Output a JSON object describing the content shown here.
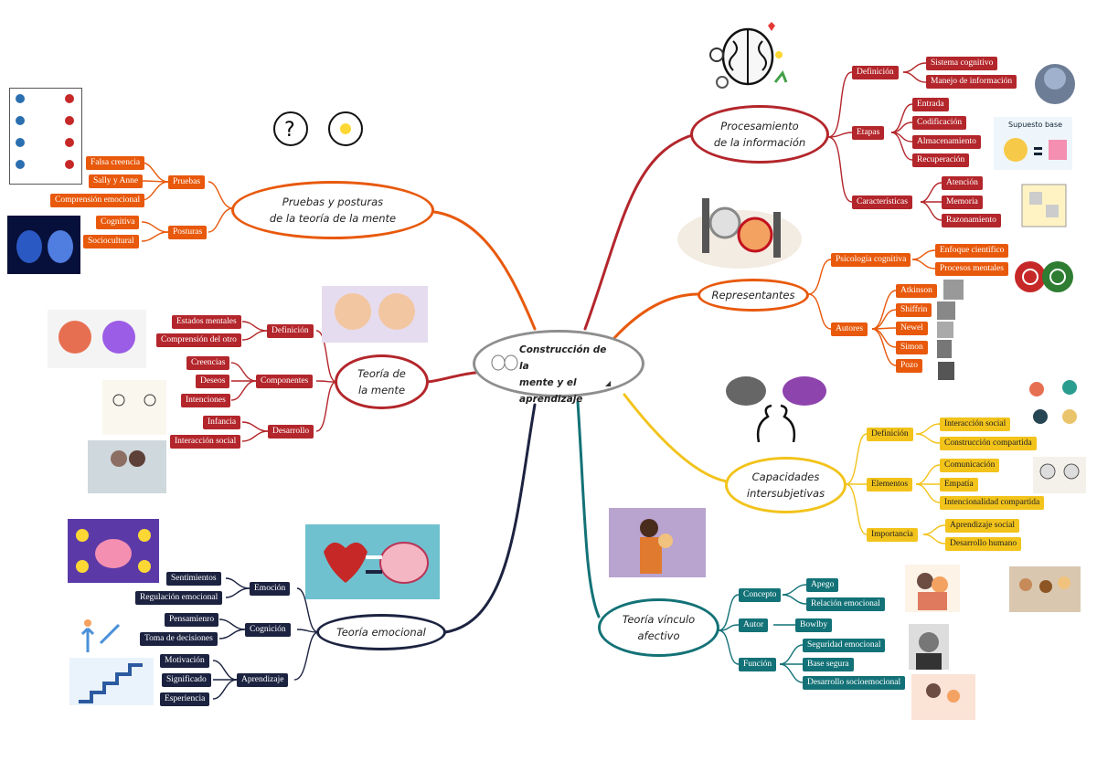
{
  "center": {
    "label": "Construcción de la\nmente y el\naprendizaje"
  },
  "colors": {
    "red": "#b3262b",
    "orange": "#e8590c",
    "yellow": "#f2c31b",
    "navy": "#1c2340",
    "teal": "#137277",
    "center": "#8e8e8e"
  },
  "branches": {
    "procesamiento": {
      "title": "Procesamiento\nde la información",
      "definicion": {
        "label": "Definición",
        "items": [
          "Sistema cognitivo",
          "Manejo de información"
        ]
      },
      "etapas": {
        "label": "Etapas",
        "items": [
          "Entrada",
          "Codificación",
          "Almacenamiento",
          "Recuperación"
        ]
      },
      "caracteristicas": {
        "label": "Características",
        "items": [
          "Atención",
          "Memoria",
          "Razonamiento"
        ]
      },
      "supuesto_label": "Supuesto base"
    },
    "representantes": {
      "title": "Representantes",
      "psicologia": {
        "label": "Psicología cognitiva",
        "items": [
          "Enfoque científico",
          "Procesos mentales"
        ]
      },
      "autores": {
        "label": "Autores",
        "items": [
          "Atkinson",
          "Shiffrin",
          "Newel",
          "Simon",
          "Pozo"
        ]
      }
    },
    "capacidades": {
      "title": "Capacidades\nintersubjetivas",
      "definicion": {
        "label": "Definición",
        "items": [
          "Interacción social",
          "Construcción compartida"
        ]
      },
      "elementos": {
        "label": "Elementos",
        "items": [
          "Comunicación",
          "Empatía",
          "Intencionalidad compartida"
        ]
      },
      "importancia": {
        "label": "Importancia",
        "items": [
          "Aprendizaje social",
          "Desarrollo humano"
        ]
      }
    },
    "vinculo": {
      "title": "Teoría vínculo\nafectivo",
      "concepto": {
        "label": "Concepto",
        "items": [
          "Apego",
          "Relación emocional"
        ]
      },
      "autor": {
        "label": "Autor",
        "items": [
          "Bowlby"
        ]
      },
      "funcion": {
        "label": "Función",
        "items": [
          "Seguridad emocional",
          "Base segura",
          "Desarrollo socioemocional"
        ]
      }
    },
    "emocional": {
      "title": "Teoría emocional",
      "emocion": {
        "label": "Emoción",
        "items": [
          "Sentimientos",
          "Regulación emocional"
        ]
      },
      "cognicion": {
        "label": "Cognición",
        "items": [
          "Pensamienro",
          "Toma de decisiones"
        ]
      },
      "aprendizaje": {
        "label": "Aprendizaje",
        "items": [
          "Motivación",
          "Significado",
          "Esperiencia"
        ]
      }
    },
    "teoria_mente": {
      "title": "Teoría de\nla mente",
      "definicion": {
        "label": "Definición",
        "items": [
          "Estados mentales",
          "Comprensión del otro"
        ]
      },
      "componentes": {
        "label": "Componentes",
        "items": [
          "Creencias",
          "Deseos",
          "Intenciones"
        ]
      },
      "desarrollo": {
        "label": "Desarrollo",
        "items": [
          "Infancia",
          "Interacción social"
        ]
      }
    },
    "pruebas": {
      "title": "Pruebas y posturas\nde la teoría de la mente",
      "pruebas": {
        "label": "Pruebas",
        "items": [
          "Falsa creencia",
          "Sally y Anne",
          "Comprensión emocional"
        ]
      },
      "posturas": {
        "label": "Posturas",
        "items": [
          "Cognitiva",
          "Sociocultural"
        ]
      }
    }
  }
}
